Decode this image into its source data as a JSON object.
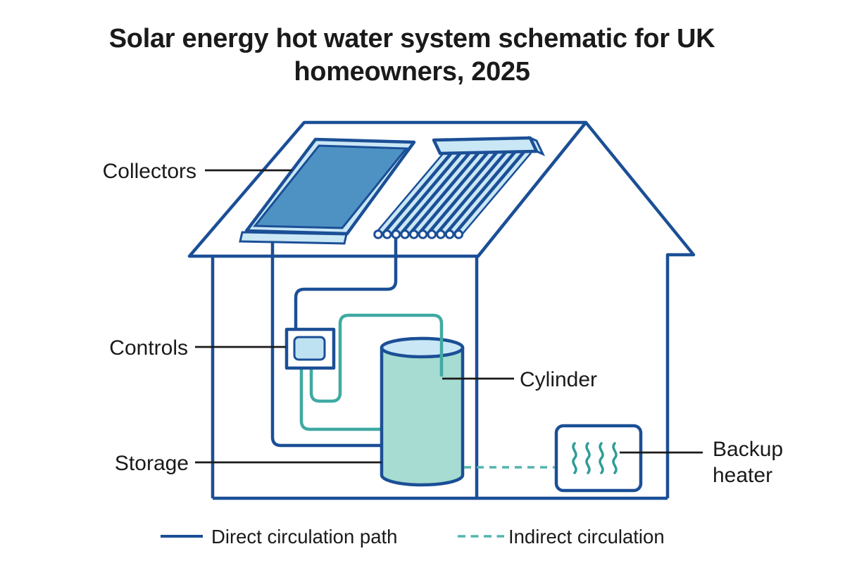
{
  "title": {
    "line1": "Solar energy hot water system schematic for UK",
    "line2": "homeowners, 2025"
  },
  "labels": {
    "collectors": "Collectors",
    "controls": "Controls",
    "cylinder": "Cylinder",
    "storage": "Storage",
    "backup_heater_line1": "Backup",
    "backup_heater_line2": "heater"
  },
  "legend": {
    "direct_label": "Direct circulation path",
    "indirect_label": "Indirect circulation"
  },
  "colors": {
    "ink": "#1a1a1a",
    "blue": "#1b4f96",
    "panel-blue": "#4e92c4",
    "light-blue": "#cae7f6",
    "screen-blue": "#bfe2f2",
    "tank-teal": "#a6dcd2",
    "pipe-teal": "#3faaa2",
    "dash-teal": "#52b5ad",
    "wave-teal": "#2e9d96",
    "bg": "#ffffff"
  }
}
